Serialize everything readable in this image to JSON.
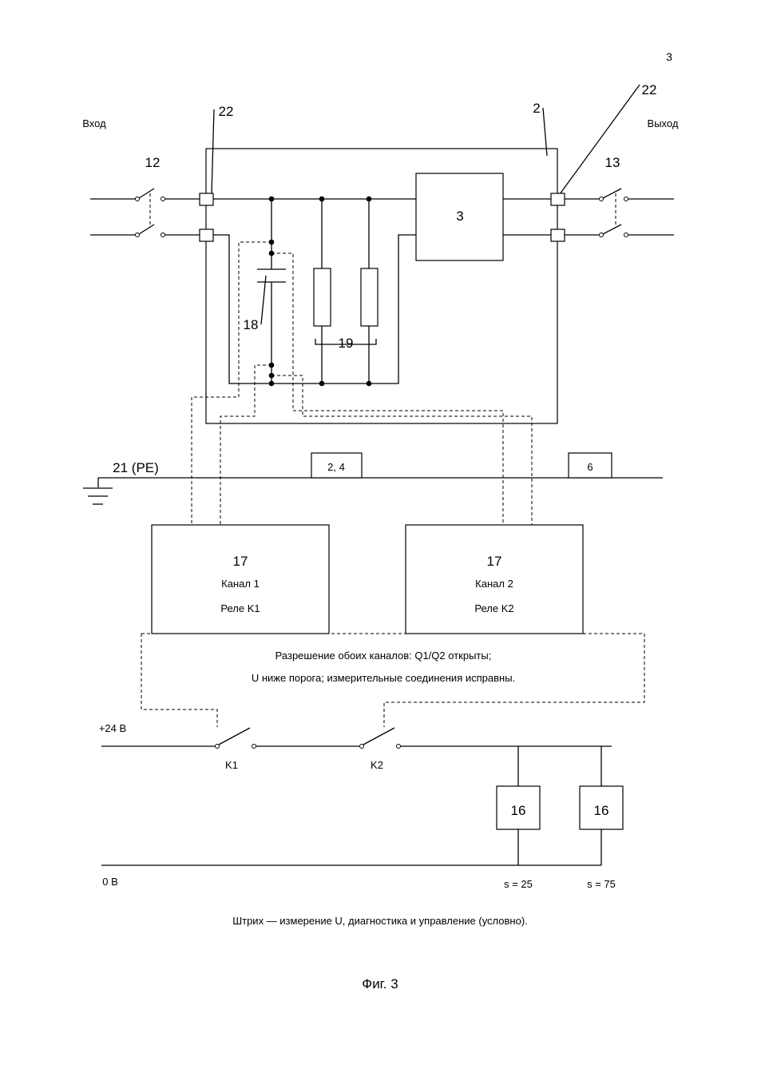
{
  "page_number": "3",
  "io": {
    "input": "Вход",
    "output": "Выход"
  },
  "refs": {
    "housing": "2",
    "terminal_left": "22",
    "terminal_right": "22",
    "switch_in": "12",
    "switch_out": "13",
    "converter": "3",
    "capacitor": "18",
    "resistors": "19",
    "pe_rail": "21 (PE)"
  },
  "pe_boxes": {
    "a": "2, 4",
    "b": "6"
  },
  "channels": [
    {
      "ref": "17",
      "name": "Канал 1",
      "relay": "Реле K1"
    },
    {
      "ref": "17",
      "name": "Канал 2",
      "relay": "Реле K2"
    }
  ],
  "enable_text": {
    "line1": "Разрешение обоих каналов: Q1/Q2 открыты;",
    "line2": "U ниже порога; измерительные соединения исправны."
  },
  "supply": {
    "plus": "+24 В",
    "zero": "0 В"
  },
  "contacts": {
    "k1": "K1",
    "k2": "K2"
  },
  "loads": [
    {
      "ref": "16",
      "s_label": "s = 25"
    },
    {
      "ref": "16",
      "s_label": "s = 75"
    }
  ],
  "note": "Штрих — измерение U, диагностика и управление (условно).",
  "figure_caption": "Фиг. 3"
}
